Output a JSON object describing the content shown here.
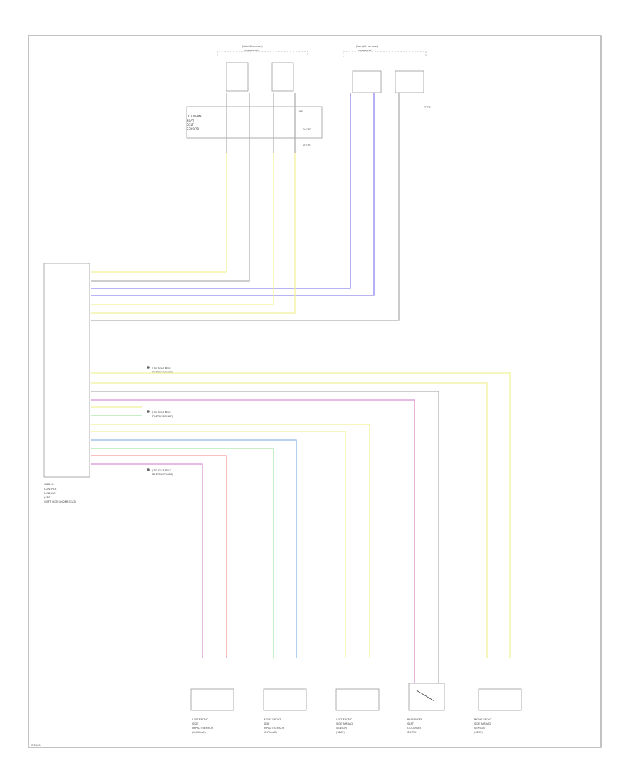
{
  "top_connectors": [
    {
      "id": "left",
      "title": [
        "(to left harness)",
        "(connector)"
      ]
    },
    {
      "id": "right",
      "title": [
        "(to right harness)",
        "(connector)"
      ]
    }
  ],
  "module": {
    "label": [
      "AIRBAG",
      "CONTROL",
      "MODULE",
      "(SRS)",
      "(LEFT SIDE UNDER SEAT)"
    ]
  },
  "splices": [
    {
      "label": [
        "(TO SEAT BELT",
        "PRETENSIONER)"
      ]
    },
    {
      "label": [
        "(TO SEAT BELT",
        "PRETENSIONER)"
      ]
    },
    {
      "label": [
        "(TO SEAT BELT",
        "PRETENSIONER)"
      ]
    }
  ],
  "sensors": [
    {
      "label": [
        "LEFT FRONT",
        "SIDE",
        "IMPACT SENSOR",
        "(B-PILLAR)"
      ]
    },
    {
      "label": [
        "RIGHT FRONT",
        "SIDE",
        "IMPACT SENSOR",
        "(B-PILLAR)"
      ]
    },
    {
      "label": [
        "LEFT FRONT",
        "SIDE AIRBAG",
        "SENSOR",
        "(SEAT)"
      ]
    },
    {
      "label": [
        "PASSENGER",
        "SEAT",
        "OCCUPANT",
        "SWITCH"
      ]
    },
    {
      "label": [
        "RIGHT FRONT",
        "SIDE AIRBAG",
        "SENSOR",
        "(SEAT)"
      ]
    }
  ],
  "footer": {
    "code": "W0000"
  },
  "colors": {
    "yellow": "#f0f099",
    "blue": "#8d86ee",
    "gray": "#b0b0b0",
    "pink": "#d890d0",
    "red": "#f39a9a",
    "green": "#a6e8a6",
    "lightblue": "#8ab8e8"
  }
}
